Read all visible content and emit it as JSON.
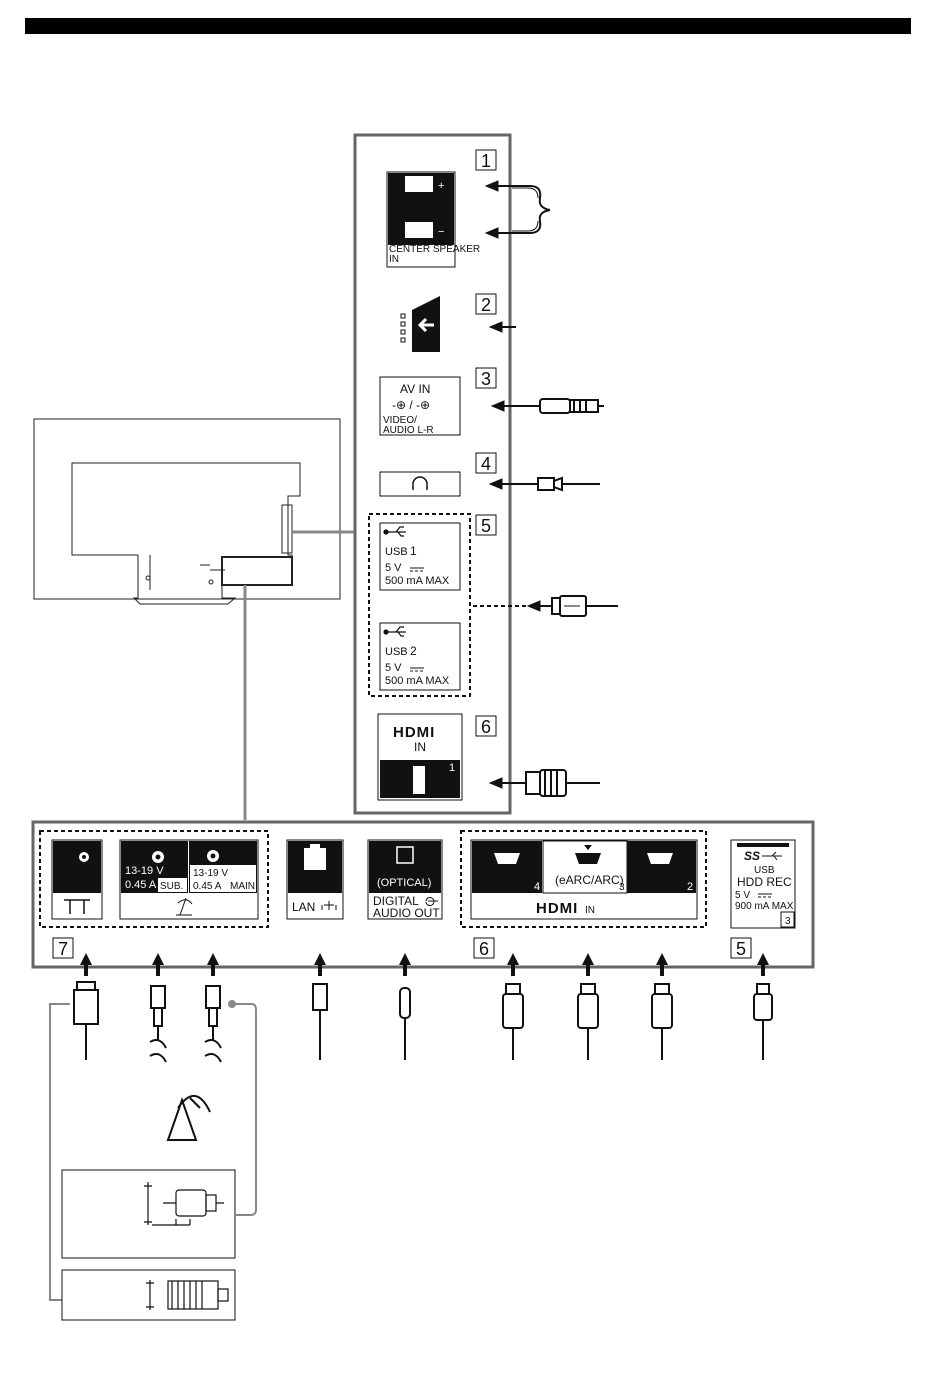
{
  "side_panel": {
    "badges": [
      "1",
      "2",
      "3",
      "4",
      "5",
      "6"
    ],
    "speaker_label_1": "CENTER SPEAKER",
    "speaker_label_2": "IN",
    "plus": "+",
    "minus": "−",
    "av_title": "AV IN",
    "av_symbols": "-⊕ / -⊕",
    "av_line1": "VIDEO/",
    "av_line2": "AUDIO L-R",
    "usb1": {
      "label": "USB",
      "num": "1",
      "volt": "5 V",
      "curr": "500 mA MAX"
    },
    "usb2": {
      "label": "USB",
      "num": "2",
      "volt": "5 V",
      "curr": "500 mA MAX"
    },
    "hdmi_logo": "HDMI",
    "hdmi_in": "IN",
    "hdmi_port": "1"
  },
  "bottom_panel": {
    "sat_sub_line1": "13-19 V",
    "sat_sub_line2": "0.45 A",
    "sat_sub_tag": "SUB.",
    "sat_main_line1": "13-19 V",
    "sat_main_line2": "0.45 A",
    "sat_main_tag": "MAIN",
    "lan": "LAN",
    "optical": "(OPTICAL)",
    "digital1": "DIGITAL",
    "digital2": "AUDIO OUT",
    "hdmi_ports": [
      "4",
      "3",
      "2"
    ],
    "earc": "(eARC/ARC)",
    "hdmi_logo": "HDMI",
    "hdmi_in": "IN",
    "usb_logo": "SS",
    "usb_title": "USB",
    "usb_hdd": "HDD REC",
    "usb_volt": "5 V",
    "usb_curr": "900 mA MAX",
    "usb_port": "3",
    "badges": [
      "7",
      "6",
      "5"
    ]
  },
  "colors": {
    "line": "#111111",
    "panel_border": "#666666",
    "grey_line": "#888888"
  }
}
